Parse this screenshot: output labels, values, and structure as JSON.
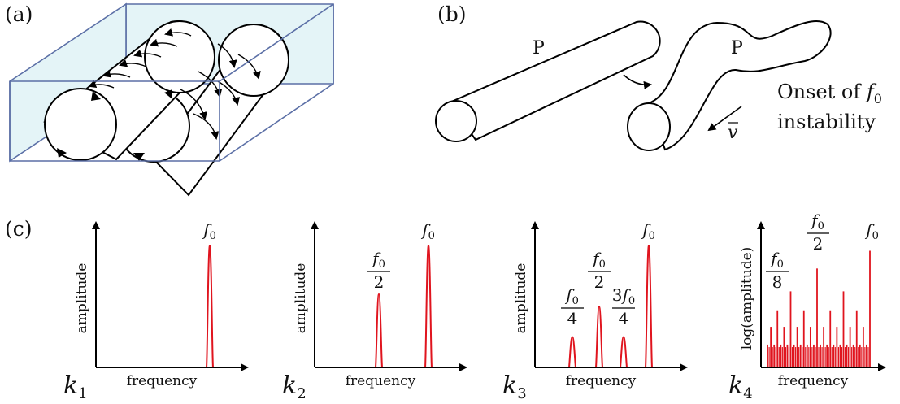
{
  "panel_a": {
    "label": "(a)"
  },
  "panel_b": {
    "label": "(b)",
    "pipe1_label": "P",
    "pipe2_label": "P",
    "onset_prefix": "Onset of ",
    "onset_f": "f",
    "onset_sub": "0",
    "instability": "instability",
    "velocity": "v"
  },
  "panel_c": {
    "label": "(c)",
    "subplots": [
      {
        "k": "k",
        "k_sub": "1",
        "ylabel": "amplitude",
        "xlabel": "frequency",
        "annotations": [
          {
            "num": "f0",
            "den": ""
          }
        ]
      },
      {
        "k": "k",
        "k_sub": "2",
        "ylabel": "amplitude",
        "xlabel": "frequency",
        "annotations": [
          {
            "num": "f0",
            "den": "2"
          },
          {
            "num": "f0",
            "den": ""
          }
        ]
      },
      {
        "k": "k",
        "k_sub": "3",
        "ylabel": "amplitude",
        "xlabel": "frequency",
        "annotations": [
          {
            "num": "f0",
            "den": "4"
          },
          {
            "num": "f0",
            "den": "2"
          },
          {
            "num": "3f0",
            "den": "4"
          },
          {
            "num": "f0",
            "den": ""
          }
        ]
      },
      {
        "k": "k",
        "k_sub": "4",
        "ylabel": "log(amplitude)",
        "xlabel": "frequency",
        "annotations": [
          {
            "num": "f0",
            "den": "8"
          },
          {
            "num": "f0",
            "den": "2"
          },
          {
            "num": "f0",
            "den": ""
          }
        ]
      }
    ]
  },
  "colors": {
    "box_edge": "#5b6fa6",
    "box_fill": "#e4f4f7",
    "peak": "#e0141e",
    "ink": "#000000"
  },
  "chart_data": [
    {
      "type": "line",
      "title": "",
      "xlabel": "frequency",
      "ylabel": "amplitude",
      "series": [
        {
          "peaks": [
            {
              "f": 1.0,
              "a": 1.0
            }
          ]
        }
      ]
    },
    {
      "type": "line",
      "title": "",
      "xlabel": "frequency",
      "ylabel": "amplitude",
      "series": [
        {
          "peaks": [
            {
              "f": 0.5,
              "a": 0.6
            },
            {
              "f": 1.0,
              "a": 1.0
            }
          ]
        }
      ]
    },
    {
      "type": "line",
      "title": "",
      "xlabel": "frequency",
      "ylabel": "amplitude",
      "series": [
        {
          "peaks": [
            {
              "f": 0.25,
              "a": 0.25
            },
            {
              "f": 0.5,
              "a": 0.5
            },
            {
              "f": 0.75,
              "a": 0.25
            },
            {
              "f": 1.0,
              "a": 1.0
            }
          ]
        }
      ]
    },
    {
      "type": "line",
      "title": "",
      "xlabel": "frequency",
      "ylabel": "log(amplitude)",
      "series": [
        {
          "subharmonic_denominator": 32
        }
      ]
    }
  ]
}
